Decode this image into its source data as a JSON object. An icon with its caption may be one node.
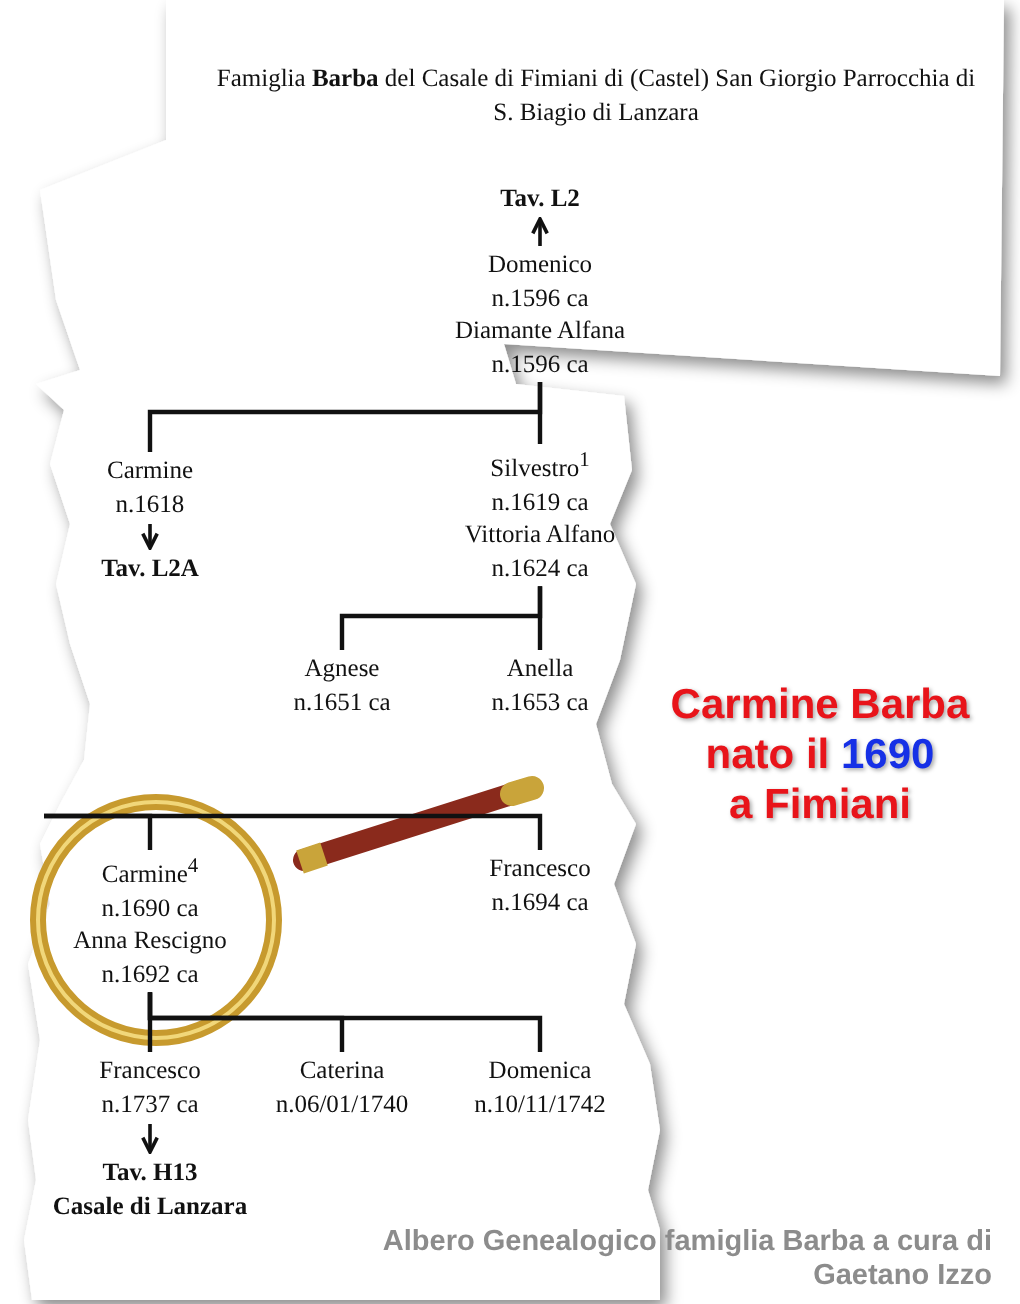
{
  "diagram": {
    "title": "Famiglia **Barba** del Casale di Fimiani di (Castel) San Giorgio Parrocchia di S. Biagio di Lanzara",
    "caption": "Albero Genealogico famiglia Barba a cura di Gaetano Izzo",
    "nodes": [
      {
        "text": [
          "Tav. L2"
        ]
      },
      {
        "text": [
          "Domenico",
          "n.1596 ca",
          "Diamante Alfana",
          "n.1596 ca"
        ]
      },
      {
        "text": [
          "Carmine",
          "n.1618"
        ]
      },
      {
        "text": [
          "Tav. L2A"
        ]
      },
      {
        "text": [
          "Silvestro$^{1}$",
          "n.1619 ca",
          "Vittoria Alfano",
          "n.1624 ca"
        ]
      },
      {
        "text": [
          "Agnese",
          "n.1651 ca"
        ]
      },
      {
        "text": [
          "Anella",
          "n.1653 ca"
        ]
      },
      {
        "text": [
          "Carmine$^{4}$",
          "n.1690 ca",
          "Anna Rescigno",
          "n.1692 ca"
        ]
      },
      {
        "text": [
          "Francesco",
          "n.1694 ca"
        ]
      },
      {
        "text": [
          "Francesco",
          "n.1737 ca"
        ]
      },
      {
        "text": [
          "Caterina",
          "n.06/01/1740"
        ]
      },
      {
        "text": [
          "Domenica",
          "n.10/11/1742"
        ]
      },
      {
        "text": [
          "Tav. H13",
          "Casale di Lanzara"
        ]
      }
    ],
    "edges": [
      {
        "from": 1,
        "to": 0,
        "arrow": "to"
      },
      {
        "from": 1,
        "to": 2,
        "arrow": "none"
      },
      {
        "from": 1,
        "to": 4,
        "arrow": "none"
      },
      {
        "from": 2,
        "to": 3,
        "arrow": "to"
      },
      {
        "from": 4,
        "to": 5,
        "arrow": "none"
      },
      {
        "from": 4,
        "to": 6,
        "arrow": "none"
      },
      {
        "from": null,
        "to": 7,
        "arrow": "none"
      },
      {
        "from": null,
        "to": 8,
        "arrow": "none"
      },
      {
        "from": 7,
        "to": 9,
        "arrow": "none"
      },
      {
        "from": 7,
        "to": 10,
        "arrow": "none"
      },
      {
        "from": 7,
        "to": 11,
        "arrow": "none"
      },
      {
        "from": 9,
        "to": 12,
        "arrow": "to"
      }
    ],
    "labels": [
      "Carmine Barba",
      "nato il",
      "1690",
      "a Fimiani"
    ]
  }
}
